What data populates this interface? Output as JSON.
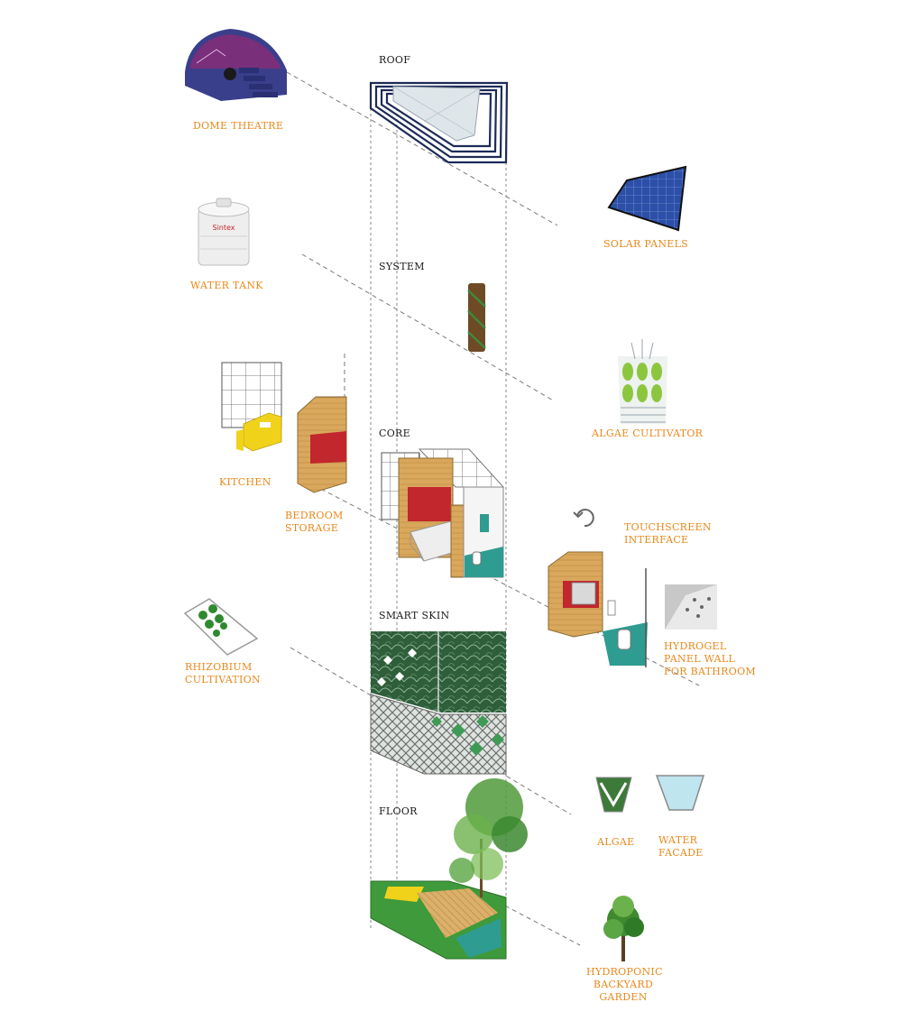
{
  "layers": {
    "roof": "ROOF",
    "system": "SYSTEM",
    "core": "CORE",
    "smart_skin": "SMART SKIN",
    "floor": "FLOOR"
  },
  "components": {
    "dome_theatre": "DOME THEATRE",
    "solar_panels": "SOLAR PANELS",
    "water_tank": "WATER TANK",
    "algae_cultivator": "ALGAE CULTIVATOR",
    "kitchen": "KITCHEN",
    "bedroom_storage": "BEDROOM\nSTORAGE",
    "touchscreen_interface": "TOUCHSCREEN\nINTERFACE",
    "hydrogel_panel_wall": "HYDROGEL\nPANEL WALL\nFOR BATHROOM",
    "rhizobium_cultivation": "RHIZOBIUM\nCULTIVATION",
    "algae": "ALGAE",
    "water_facade": "WATER\nFACADE",
    "hydroponic_garden": "HYDROPONIC\nBACKYARD\nGARDEN"
  },
  "tank_brand": "Sintex",
  "colors": {
    "accent": "#e8891c",
    "label": "#1a1a1a",
    "roof_navy": "#1d2b57",
    "timber": "#d9a85c",
    "red_panel": "#c1272d",
    "yellow": "#f1d21b",
    "teal": "#2f9c91",
    "grass": "#3e9a3a",
    "skin_green": "#2f5e3a"
  }
}
